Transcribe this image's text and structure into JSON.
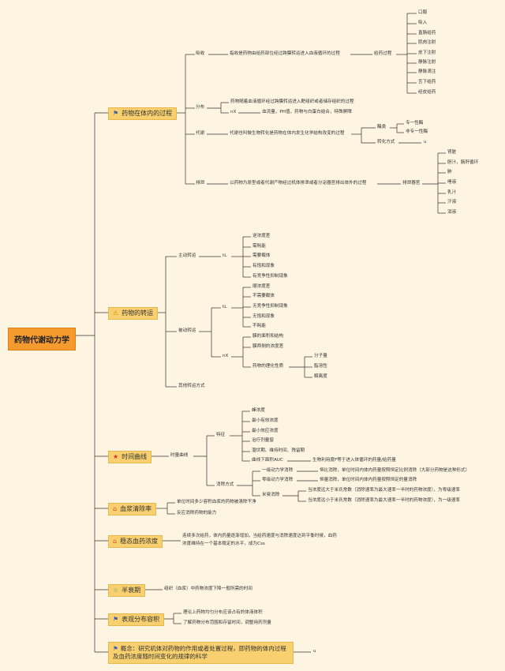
{
  "root": "药物代谢动力学",
  "s1": {
    "title": "药物在体内的过程",
    "absorb": "吸收",
    "absorb_desc": "指收是药物由给药部位经过跨膜转运进入血液循环的过程",
    "route": "给药过程",
    "routes": [
      "口服",
      "吸入",
      "直肠给药",
      "肌肉注射",
      "皮下注射",
      "静脉注射",
      "静脉滴注",
      "舌下给药",
      "经皮给药"
    ],
    "distrib": "分布",
    "distrib_desc": "药物随着血液循环经过跨膜转运进入靶组织或者储存组织的过程",
    "distrib_nx": "nX",
    "distrib_factors": "血流量，PH值，药物与白蛋白结合，特殊屏障",
    "metab": "代谢",
    "metab_desc": "代谢也叫做生物转化是药物在体内发生化学结构改变的过程",
    "enzyme": "酶类",
    "enzymes": [
      "专一性酶",
      "非专一性酶"
    ],
    "transform": "转化方式",
    "transform_val": "u",
    "excrete": "排泄",
    "excrete_desc": "以药物为原型或者代谢产物经过机体排泄或者分泌器官排出体外的过程",
    "organs_label": "排泄器官",
    "organs": [
      "肾脏",
      "胆汁，肠肝循环",
      "肺",
      "唾液",
      "乳汁",
      "汗液",
      "泪液"
    ]
  },
  "s2": {
    "title": "药物的转运",
    "active": "主动转运",
    "active_tl": "tL",
    "active_items": [
      "逆浓度差",
      "需耗能",
      "需要载体",
      "有饱和现象",
      "有竞争性抑制现象"
    ],
    "passive": "被动转运",
    "passive_tl": "tL",
    "passive_items": [
      "顺浓度差",
      "不需要载体",
      "无竞争性抑制现象",
      "无饱和现象",
      "不耗能"
    ],
    "passive_nx": "nX",
    "passive_factors": [
      "膜的面积和结构",
      "膜两侧的浓度差",
      "药物的理化性质"
    ],
    "props": [
      "分子量",
      "脂溶性",
      "解离度"
    ],
    "other": "其他转运方式"
  },
  "s3": {
    "title": "时间曲线",
    "curve": "时量曲线",
    "feature": "特征",
    "features": [
      "峰浓度",
      "最小有效浓度",
      "最小效应浓度",
      "治疗剂量窗",
      "潜伏期、维持时间、残留期",
      "曲线下面积AUC"
    ],
    "auc_desc": "生物利用度F等于进入体循环的药量/给药量",
    "elim": "消除方式",
    "first_order": "一级动力学消除",
    "first_order_desc": "恒比消除，单位时间内体内药量按照恒定比例消除（大部分药物是这种形式）",
    "zero_order": "零级动力学消除",
    "zero_order_desc": "恒量消除，单位时间内体内药量按照恒定的量消除",
    "mixed": "米曼消除",
    "mixed_items": [
      "当浓度远大于米氏常数（消除速率为最大速率一半时的药物浓度），为零级速率",
      "当浓度远小于米氏常数（消除速率为最大速率一半时的药物浓度），为一级速率"
    ]
  },
  "s4": {
    "title": "血浆清除率",
    "items": [
      "单位时间多少容积血浆的药物被清除干净",
      "反应消除药物的能力"
    ]
  },
  "s5": {
    "title": "稳态血药浓度",
    "line1": "连续多次给药，体内药量逐渐增加，当给药速度与消除速度达到平衡时候，血药",
    "line2": "浓度维持在一个基本稳定的水平，成为Css"
  },
  "s6": {
    "title": "半衰期",
    "desc": "组织（血浆）中药物浓度下降一般所需的时间"
  },
  "s7": {
    "title": "表观分布容积",
    "items": [
      "理论上药物均匀分布应该占有的体液体积",
      "了解药物分布范围和存留时间，调整用药剂量"
    ]
  },
  "concept": {
    "text": "概念：研究机体对药物的作用或者处置过程，即药物的体内过程及血药浓度随时间变化的规律的科学",
    "tail": "u"
  },
  "colors": {
    "line": "#333333",
    "node": "#f8d070",
    "root": "#f59b2e",
    "background": "#fdf5e2"
  },
  "icons": {
    "s1": "flag-icon",
    "s2": "warning-icon",
    "s3": "star-icon",
    "s4": "house-icon",
    "s5": "house-icon",
    "s6": "star-outline-icon",
    "s7": "flag-icon",
    "concept": "flag-icon"
  }
}
